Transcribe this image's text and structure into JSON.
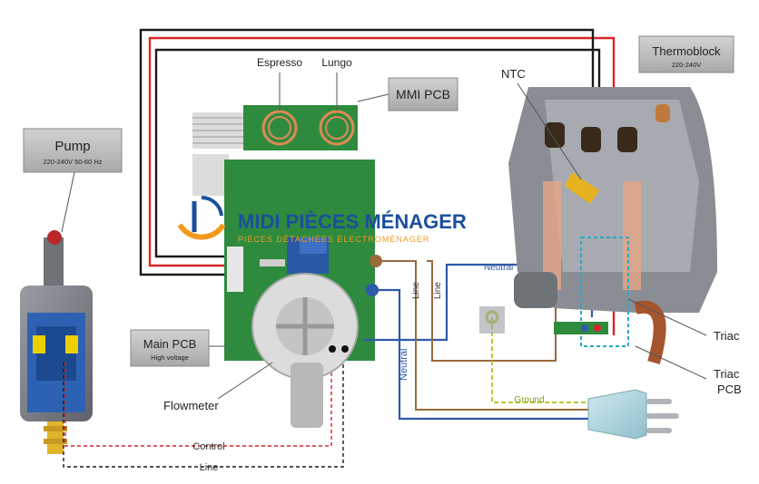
{
  "labels": {
    "pump": {
      "title": "Pump",
      "spec": "220-240V 50-60 Hz"
    },
    "thermoblock": {
      "title": "Thermoblock",
      "spec": "220-240V"
    },
    "mmi_pcb": "MMI PCB",
    "main_pcb": {
      "title": "Main PCB",
      "spec": "High voltage"
    },
    "espresso": "Espresso",
    "lungo": "Lungo",
    "ntc": "NTC",
    "flowmeter": "Flowmeter",
    "triac": "Triac",
    "triac_pcb_line1": "Triac",
    "triac_pcb_line2": "PCB"
  },
  "wires": {
    "neutral_top": "Neutral",
    "neutral_left": "Neutral",
    "line_a": "Line",
    "line_b": "Line",
    "ground": "Ground",
    "control": "Control",
    "line_bottom": "Line"
  },
  "watermark": {
    "brand": "MIDI PIÈCES MÉNAGER",
    "tagline": "PIÈCES DÉTACHÉES ÉLECTROMÉNAGER"
  },
  "colors": {
    "red_wire": "#d9252a",
    "black_wire": "#1a1a1a",
    "blue_wire": "#2e5aa8",
    "brown_wire": "#9b6a3c",
    "ground_wire": "#b9c934",
    "pcb_green": "#2e8b3e",
    "label_box": "#b8b8b8",
    "watermark_blue": "#1b4f9c",
    "watermark_orange": "#f39a1e"
  }
}
